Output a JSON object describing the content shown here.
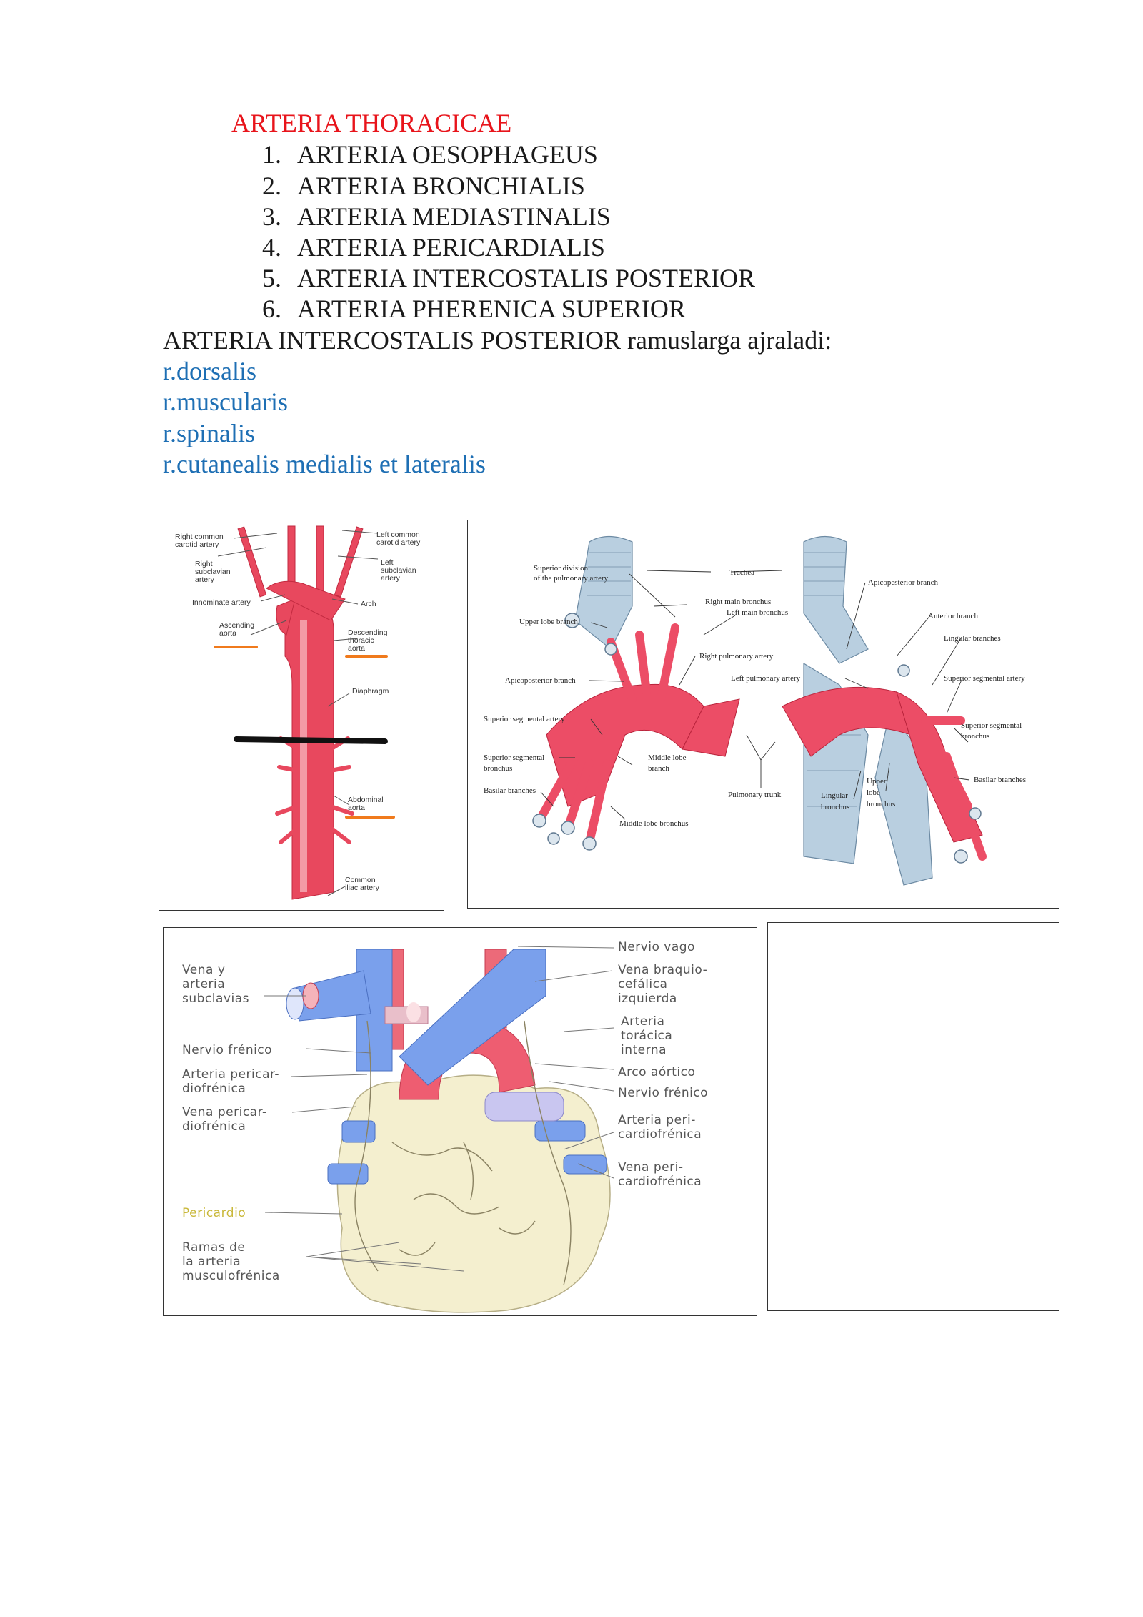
{
  "heading": "ARTERIA THORACICAE",
  "branches": [
    {
      "num": "1.",
      "text": "ARTERIA OESOPHAGEUS"
    },
    {
      "num": "2.",
      "text": "ARTERIA BRONCHIALIS"
    },
    {
      "num": "3.",
      "text": "ARTERIA MEDIASTINALIS"
    },
    {
      "num": "4.",
      "text": "ARTERIA PERICARDIALIS"
    },
    {
      "num": "5.",
      "text": "ARTERIA INTERCOSTALIS POSTERIOR"
    },
    {
      "num": "6.",
      "text": "ARTERIA PHERENICA SUPERIOR"
    }
  ],
  "intercostal_sentence": "ARTERIA INTERCOSTALIS POSTERIOR ramuslarga ajraladi:",
  "rami": [
    "r.dorsalis",
    "r.muscularis",
    "r.spinalis",
    "r.cutanealis medialis et lateralis"
  ],
  "aorta_figure": {
    "labels": {
      "right_common_carotid": [
        "Right common",
        "carotid artery"
      ],
      "left_common_carotid": [
        "Left common",
        "carotid artery"
      ],
      "right_subclavian": [
        "Right",
        "subclavian",
        "artery"
      ],
      "left_subclavian": [
        "Left",
        "subclavian",
        "artery"
      ],
      "innominate": "Innominate artery",
      "arch": "Arch",
      "ascending": [
        "Ascending",
        "aorta"
      ],
      "descending": [
        "Descending",
        "thoracic",
        "aorta"
      ],
      "diaphragm": "Diaphragm",
      "abdominal": [
        "Abdominal",
        "aorta"
      ],
      "common_iliac": [
        "Common",
        "iliac artery"
      ]
    }
  },
  "pulmonary_figure": {
    "labels": {
      "superior_division": [
        "Superior division",
        "of the pulmonary artery"
      ],
      "trachea": "Trachea",
      "apicoposterior_branch_r": "Apicopesterior branch",
      "right_main_bronchus": "Right main bronchus",
      "left_main_bronchus": "Left main bronchus",
      "upper_lobe_branch": "Upper lobe branch",
      "anterior_branch": "Anterior branch",
      "lingular_branches": "Lingular branches",
      "right_pulmonary_artery": "Right pulmonary artery",
      "apicoposterior_branch_l": "Apicoposterior branch",
      "left_pulmonary_artery": "Left pulmonary artery",
      "superior_segmental_artery_r": "Superior segmental artery",
      "superior_segmental_artery_l": "Superior segmental artery",
      "superior_segmental_bronchus_l": [
        "Superior segmental",
        "bronchus"
      ],
      "superior_segmental_bronchus_r": [
        "Superior segmental",
        "bronchus"
      ],
      "middle_lobe_branch": [
        "Middle lobe",
        "branch"
      ],
      "basilar_branches_l": "Basilar branches",
      "basilar_branches_r": "Basilar branches",
      "pulmonary_trunk": "Pulmonary trunk",
      "lingular_bronchus": [
        "Lingular",
        "bronchus"
      ],
      "upper_lobe_bronchus": [
        "Upper",
        "lobe",
        "bronchus"
      ],
      "middle_lobe_bronchus": "Middle lobe bronchus"
    }
  },
  "heart_figure": {
    "labels": {
      "vena_arteria_subclavias": [
        "Vena y",
        "arteria",
        "subclavias"
      ],
      "nervio_frenico_l": "Nervio frénico",
      "arteria_pericardiofrenica_l": [
        "Arteria pericar-",
        "diofrénica"
      ],
      "vena_pericardiofrenica_l": [
        "Vena pericar-",
        "diofrénica"
      ],
      "pericardio": "Pericardio",
      "ramas_musculofrenica": [
        "Ramas de",
        "la arteria",
        "musculofrénica"
      ],
      "nervio_vago": "Nervio vago",
      "vena_braquiocefalica": [
        "Vena braquio-",
        "cefálica",
        "izquierda"
      ],
      "arteria_toracica_interna": [
        "Arteria",
        "torácica",
        "interna"
      ],
      "arco_aortico": "Arco aórtico",
      "nervio_frenico_r": "Nervio frénico",
      "arteria_pericardiofrenica_r": [
        "Arteria peri-",
        "cardiofrénica"
      ],
      "vena_pericardiofrenica_r": [
        "Vena peri-",
        "cardiofrénica"
      ]
    }
  },
  "colors": {
    "heading": "#e8141b",
    "rami": "#1e6fb4",
    "artery": "#e8485e",
    "vein": "#6f97e8",
    "underline": "#f07a1c"
  }
}
